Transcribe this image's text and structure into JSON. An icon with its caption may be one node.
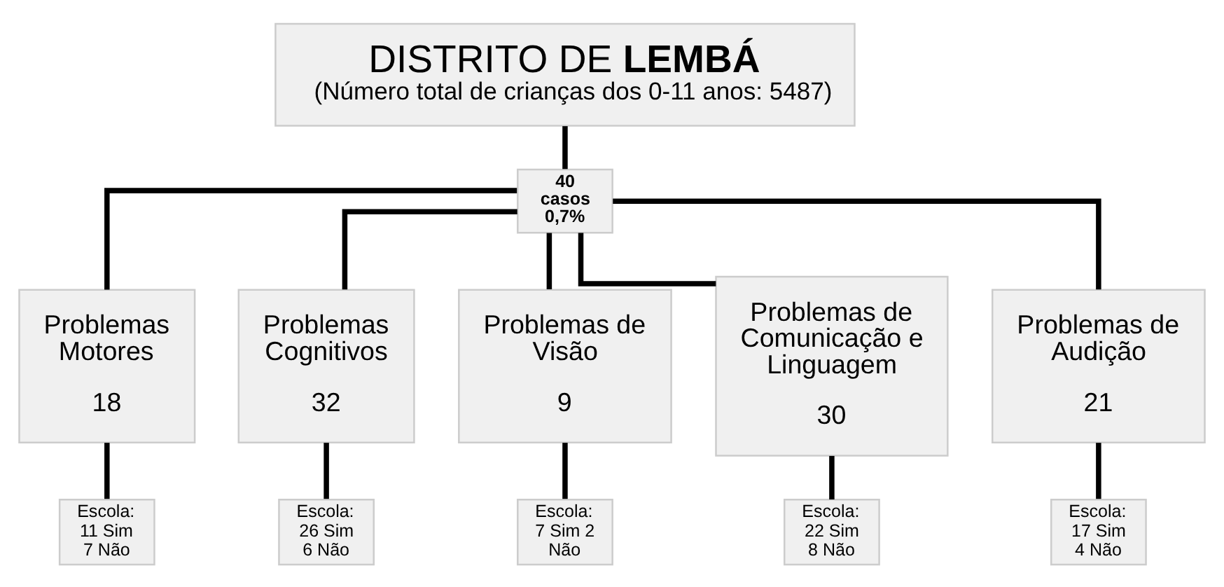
{
  "diagram": {
    "nodes": [
      {
        "text": [
          "DISTRITO DE **LEMBÁ**",
          "(Número total de crianças dos 0-11 anos: 5487)"
        ]
      },
      {
        "text": [
          "40 casos 0,7%"
        ]
      },
      {
        "text": [
          "Problemas Motores",
          "18"
        ]
      },
      {
        "text": [
          "Problemas Cognitivos",
          "32"
        ]
      },
      {
        "text": [
          "Problemas de Visão",
          "9"
        ]
      },
      {
        "text": [
          "Problemas de Comunicação e Linguagem",
          "30"
        ]
      },
      {
        "text": [
          "Problemas de Audição",
          "21"
        ]
      },
      {
        "text": [
          "Escola: 11 Sim 7 Não"
        ]
      },
      {
        "text": [
          "Escola: 26 Sim 6 Não"
        ]
      },
      {
        "text": [
          "Escola: 7 Sim 2 Não"
        ]
      },
      {
        "text": [
          "Escola: 22 Sim 8 Não"
        ]
      },
      {
        "text": [
          "Escola: 17 Sim 4 Não"
        ]
      }
    ],
    "edges": [
      {
        "from": 0,
        "to": 1,
        "arrow": "none"
      },
      {
        "from": 1,
        "to": 2,
        "arrow": "none"
      },
      {
        "from": 1,
        "to": 3,
        "arrow": "none"
      },
      {
        "from": 1,
        "to": 4,
        "arrow": "none"
      },
      {
        "from": 1,
        "to": 5,
        "arrow": "none"
      },
      {
        "from": 1,
        "to": 6,
        "arrow": "none"
      },
      {
        "from": 2,
        "to": 7,
        "arrow": "none"
      },
      {
        "from": 3,
        "to": 8,
        "arrow": "none"
      },
      {
        "from": 4,
        "to": 9,
        "arrow": "none"
      },
      {
        "from": 5,
        "to": 10,
        "arrow": "none"
      },
      {
        "from": 6,
        "to": 11,
        "arrow": "none"
      }
    ]
  }
}
